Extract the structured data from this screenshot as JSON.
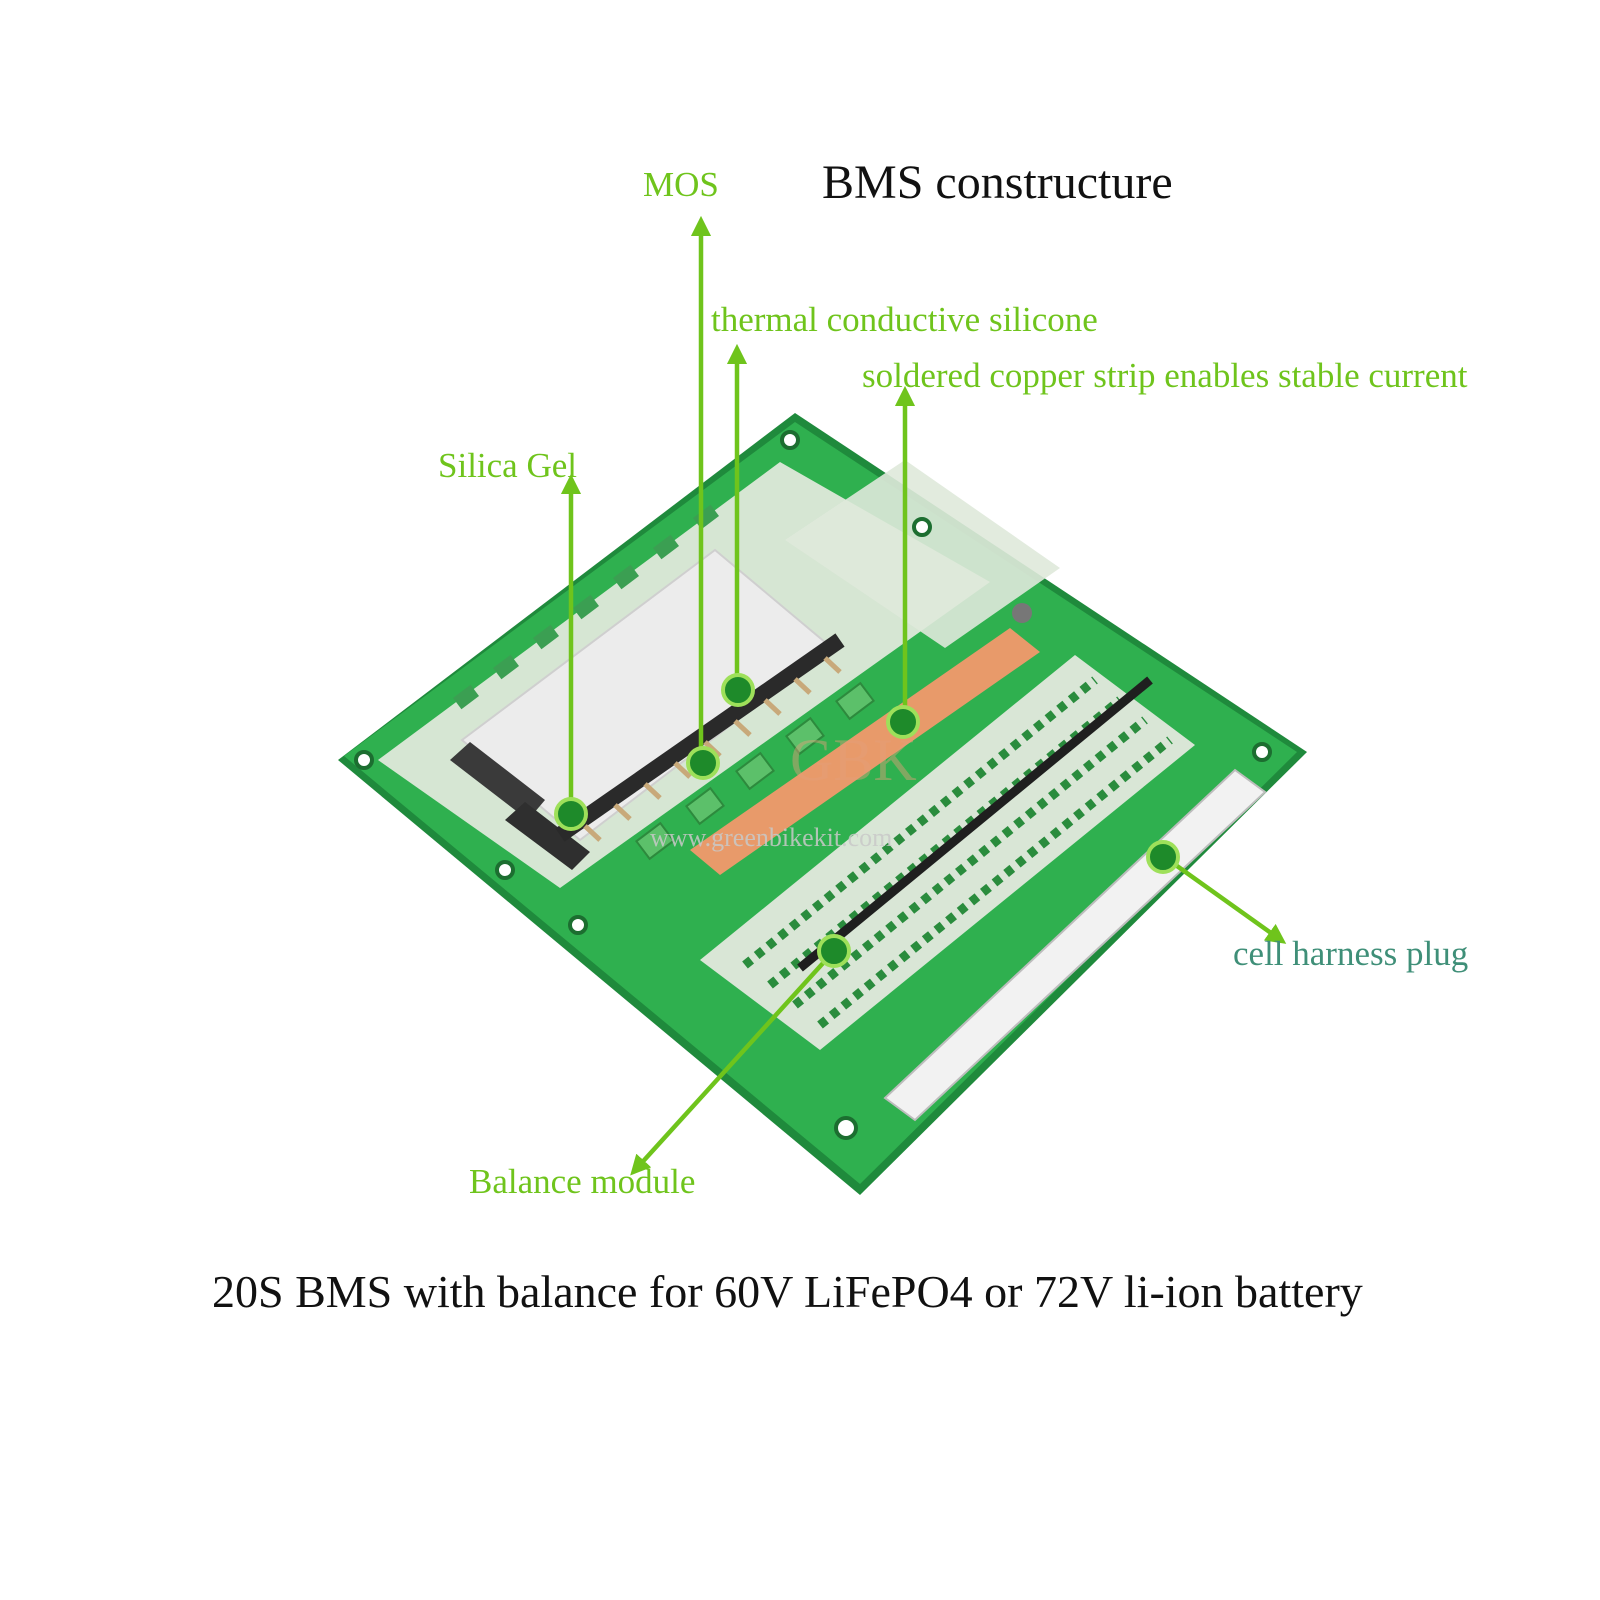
{
  "title": "BMS constructure",
  "caption": "20S BMS with balance for 60V LiFePO4 or 72V li-ion battery",
  "watermark": "www.greenbikekit.com",
  "watermark_logo": "GBK",
  "callouts": {
    "mos": "MOS",
    "thermal": "thermal conductive silicone",
    "copper": "soldered copper strip enables stable current",
    "silica": "Silica Gel",
    "plug": "cell harness plug",
    "balance": "Balance module"
  },
  "colors": {
    "callout_green": "#6fc41c",
    "callout_teal": "#3f8f78",
    "pcb_green": "#2aa84a",
    "copper_strip": "#e89a6a",
    "marker_fill": "#1e8a2a"
  }
}
